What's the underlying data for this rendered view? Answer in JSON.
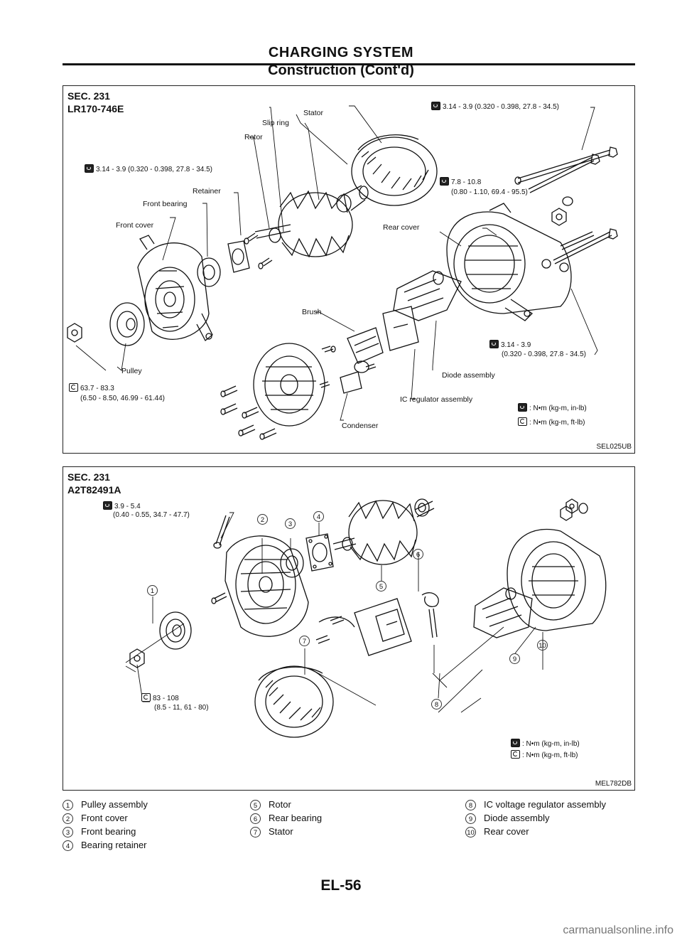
{
  "header": {
    "title": "CHARGING SYSTEM",
    "subtitle": "Construction (Cont'd)"
  },
  "diagram1": {
    "sec": "SEC. 231",
    "model": "LR170-746E",
    "code": "SEL025UB",
    "labels": {
      "stator": "Stator",
      "slip_ring": "Slip ring",
      "rotor": "Rotor",
      "retainer": "Retainer",
      "front_bearing": "Front bearing",
      "front_cover": "Front cover",
      "pulley": "Pulley",
      "rear_cover": "Rear cover",
      "brush": "Brush",
      "diode_assembly": "Diode assembly",
      "ic_regulator": "IC regulator assembly",
      "condenser": "Condenser"
    },
    "torques": {
      "t_top_right": "3.14 - 3.9 (0.320 - 0.398, 27.8 - 34.5)",
      "t_left": "3.14 - 3.9 (0.320 - 0.398, 27.8 - 34.5)",
      "t_mid_a": "7.8 - 10.8",
      "t_mid_b": "(0.80 - 1.10, 69.4 - 95.5)",
      "t_lower_a": "3.14 - 3.9",
      "t_lower_b": "(0.320 - 0.398, 27.8 - 34.5)",
      "t_pulley_a": "63.7 - 83.3",
      "t_pulley_b": "(6.50 - 8.50, 46.99 - 61.44)"
    },
    "units": {
      "inlb": ": N•m (kg-m, in-lb)",
      "ftlb": ": N•m (kg-m, ft-lb)"
    }
  },
  "diagram2": {
    "sec": "SEC. 231",
    "model": "A2T82491A",
    "code": "MEL782DB",
    "torques": {
      "t1_a": "3.9 - 5.4",
      "t1_b": "(0.40 - 0.55, 34.7 - 47.7)",
      "t2_a": "83 - 108",
      "t2_b": "(8.5 - 11, 61 - 80)"
    },
    "callouts": [
      "1",
      "2",
      "3",
      "4",
      "5",
      "6",
      "7",
      "8",
      "9",
      "10"
    ],
    "units": {
      "inlb": ": N•m (kg-m, in-lb)",
      "ftlb": ": N•m (kg-m, ft-lb)"
    }
  },
  "legend": [
    {
      "num": "1",
      "label": "Pulley assembly"
    },
    {
      "num": "2",
      "label": "Front cover"
    },
    {
      "num": "3",
      "label": "Front bearing"
    },
    {
      "num": "4",
      "label": "Bearing retainer"
    },
    {
      "num": "5",
      "label": "Rotor"
    },
    {
      "num": "6",
      "label": "Rear bearing"
    },
    {
      "num": "7",
      "label": "Stator"
    },
    {
      "num": "8",
      "label": "IC voltage regulator assembly"
    },
    {
      "num": "9",
      "label": "Diode assembly"
    },
    {
      "num": "10",
      "label": "Rear cover"
    }
  ],
  "page_number": "EL-56",
  "watermark": "carmanualsonline.info"
}
